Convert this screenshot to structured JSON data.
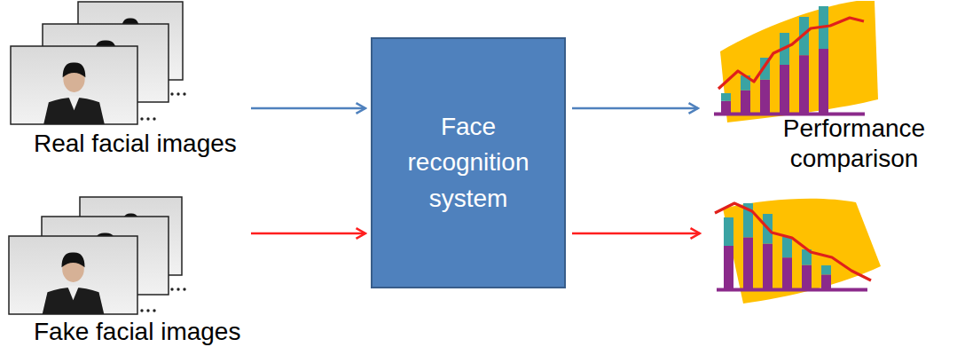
{
  "diagram": {
    "nodes": [
      {
        "text": [
          "Real facial images"
        ]
      },
      {
        "text": [
          "Fake facial images"
        ]
      },
      {
        "text": [
          "Face recognition system"
        ]
      },
      {
        "text": [
          "Performance comparison"
        ]
      },
      {}
    ],
    "edges": [
      {
        "from": 0,
        "to": 2,
        "arrow": "to"
      },
      {
        "from": 1,
        "to": 2,
        "arrow": "to"
      },
      {
        "from": 2,
        "to": 3,
        "arrow": "to"
      },
      {
        "from": 2,
        "to": 4,
        "arrow": "to"
      }
    ]
  }
}
